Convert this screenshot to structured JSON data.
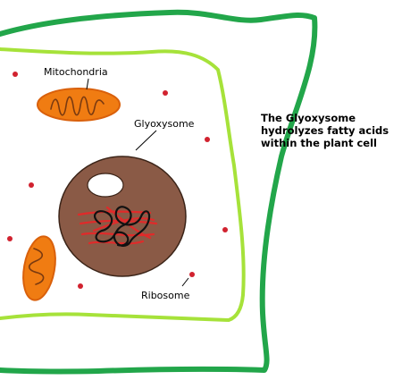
{
  "labels": {
    "mitochondria": "Mitochondria",
    "glyoxysome": "Glyoxysome",
    "ribosome": "Ribosome"
  },
  "caption": [
    "The Glyoxysome",
    "hydrolyzes fatty acids",
    "within the plant cell"
  ],
  "colors": {
    "cell_wall": "#22a64a",
    "cell_membrane": "#a6e23a",
    "mitochondria_fill": "#f07c12",
    "mitochondria_stroke": "#d9600b",
    "cristae": "#7a3a10",
    "glyoxysome_fill": "#8a5a46",
    "glyoxysome_stroke": "#3b2418",
    "fatty_acids_red": "#e02a2a",
    "fatty_acids_black": "#111111",
    "ribosome": "#d1222f"
  }
}
